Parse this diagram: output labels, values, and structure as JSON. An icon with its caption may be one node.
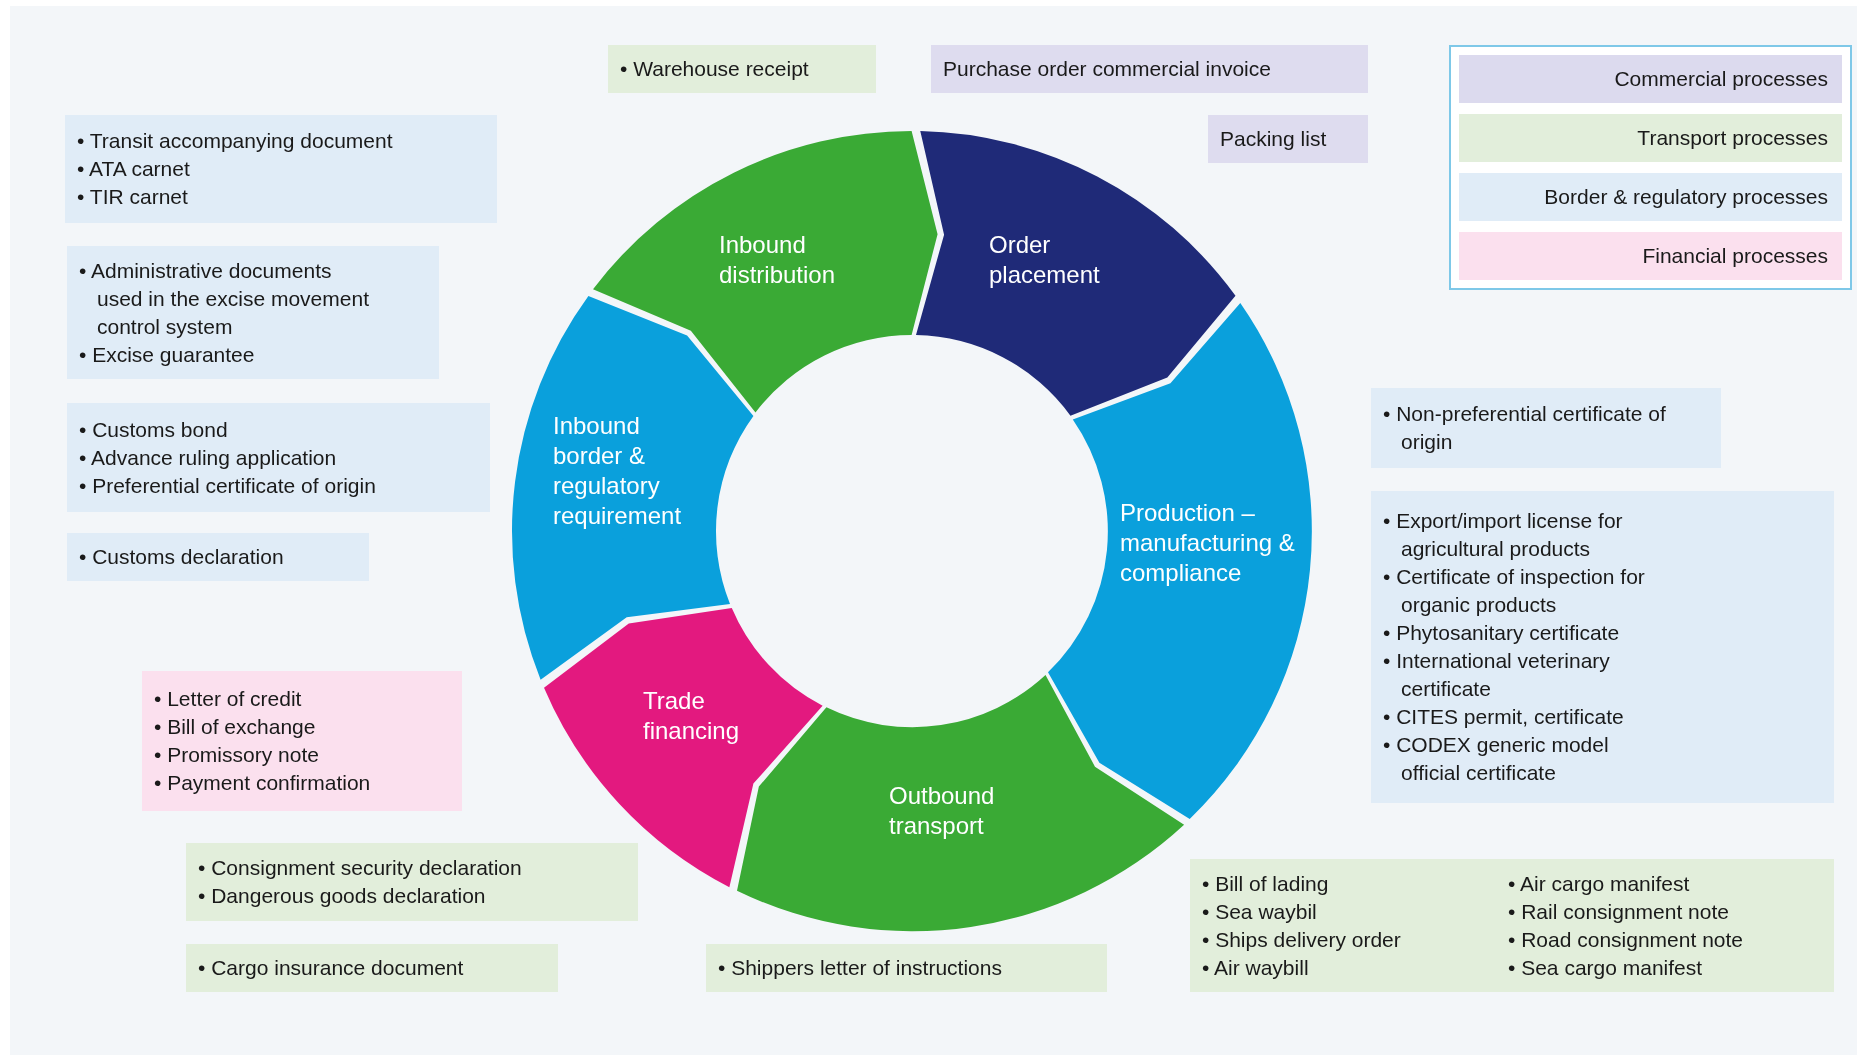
{
  "diagram": {
    "nodes": [
      {
        "text": [
          "• Warehouse receipt"
        ]
      },
      {
        "text": [
          "Purchase order commercial invoice"
        ]
      },
      {
        "text": [
          "Packing list"
        ]
      },
      {
        "text": [
          "• Transit accompanying document",
          "• ATA carnet",
          "• TIR carnet"
        ]
      },
      {
        "text": [
          "• Administrative documents used in the excise movement control system",
          "• Excise guarantee"
        ]
      },
      {
        "text": [
          "• Customs bond",
          "• Advance ruling application",
          "• Preferential certificate of origin"
        ]
      },
      {
        "text": [
          "• Customs declaration"
        ]
      },
      {
        "text": [
          "Inbound distribution"
        ]
      },
      {
        "text": [
          "Order placement"
        ]
      },
      {
        "text": [
          "Inbound border & regulatory requirement"
        ]
      },
      {
        "text": [
          "Production – manufacturing & compliance"
        ]
      },
      {
        "text": [
          "• Non-preferential certificate of origin"
        ]
      },
      {
        "text": [
          "• Export/import license for agricultural products",
          "• Certificate of inspection for organic products",
          "• Phytosanitary certificate",
          "• International veterinary certificate",
          "• CITES permit, certificate",
          "• CODEX generic model official certificate"
        ]
      },
      {
        "text": [
          "Trade financing"
        ]
      },
      {
        "text": [
          "• Letter of credit",
          "• Bill of exchange",
          "• Promissory note",
          "• Payment confirmation"
        ]
      },
      {
        "text": [
          "Outbound transport"
        ]
      },
      {
        "text": [
          "• Consignment security declaration",
          "• Dangerous goods declaration"
        ]
      },
      {
        "text": [
          "• Bill of lading",
          "• Sea waybil",
          "• Ships delivery order",
          "• Air waybill",
          "• Air cargo manifest",
          "• Rail consignment note",
          "• Road consignment note",
          "• Sea cargo manifest"
        ]
      },
      {
        "text": [
          "• Cargo insurance document"
        ]
      },
      {
        "text": [
          "• Shippers letter of instructions"
        ]
      }
    ],
    "legend": [
      {
        "text": "Commercial processes",
        "color": "#dcdaee"
      },
      {
        "text": "Transport processes",
        "color": "#e2eedb"
      },
      {
        "text": "Border & regulatory processes",
        "color": "#e0ecf7"
      },
      {
        "text": "Financial processes",
        "color": "#fbe0ee"
      }
    ]
  }
}
